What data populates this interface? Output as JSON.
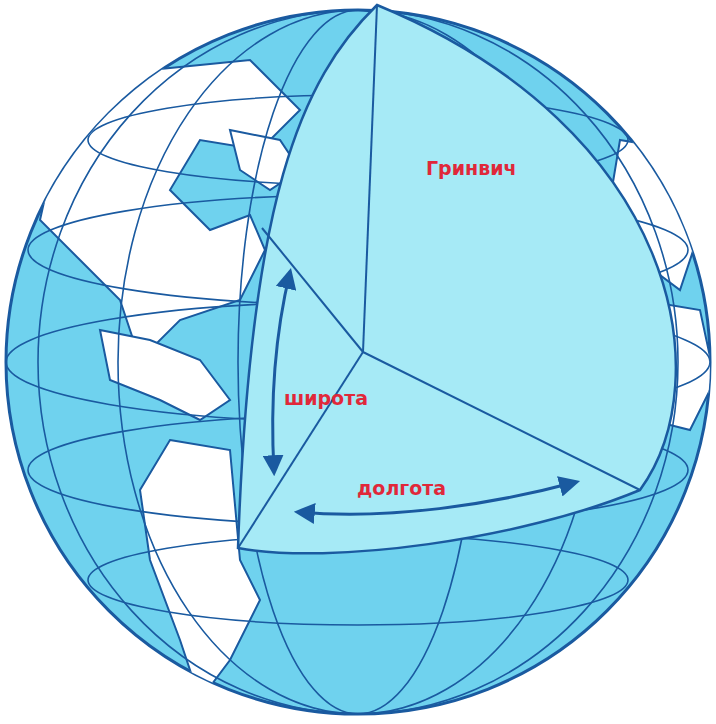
{
  "diagram": {
    "labels": [
      "Гринвич",
      "широта",
      "долгота"
    ]
  }
}
